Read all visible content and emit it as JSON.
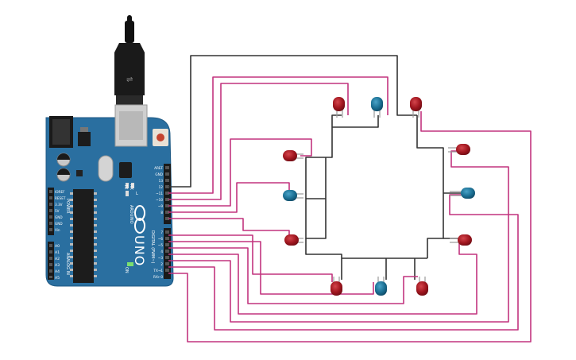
{
  "board": {
    "model": "UNO",
    "brand": "ARDUINO",
    "digital_label": "DIGITAL (PWM~)",
    "power_label": "POWER",
    "analog_label": "ANALOG IN",
    "power_pins": [
      "IOREF",
      "RESET",
      "3.3V",
      "5V",
      "GND",
      "GND",
      "Vin"
    ],
    "analog_pins": [
      "A0",
      "A1",
      "A2",
      "A3",
      "A4",
      "A5"
    ],
    "digital_pins": [
      "AREF",
      "GND",
      "13",
      "12",
      "~11",
      "~10",
      "~9",
      "8",
      "7",
      "~6",
      "~5",
      "4",
      "~3",
      "2",
      "TX→1",
      "RX←0"
    ],
    "led_labels": [
      "TX",
      "RX",
      "L",
      "ON"
    ]
  },
  "leds": [
    {
      "id": "led-top-1",
      "color": "red"
    },
    {
      "id": "led-top-2",
      "color": "blue"
    },
    {
      "id": "led-top-3",
      "color": "red"
    },
    {
      "id": "led-left-1",
      "color": "red"
    },
    {
      "id": "led-left-2",
      "color": "blue"
    },
    {
      "id": "led-left-3",
      "color": "red"
    },
    {
      "id": "led-right-1",
      "color": "red"
    },
    {
      "id": "led-right-2",
      "color": "blue"
    },
    {
      "id": "led-right-3",
      "color": "red"
    },
    {
      "id": "led-bottom-1",
      "color": "red"
    },
    {
      "id": "led-bottom-2",
      "color": "blue"
    },
    {
      "id": "led-bottom-3",
      "color": "red"
    }
  ],
  "colors": {
    "board": "#2a6fa0",
    "signal_wire": "#c2347e",
    "ground_wire": "#333333",
    "led_red": "#a11a22",
    "led_blue": "#1b6f93"
  }
}
